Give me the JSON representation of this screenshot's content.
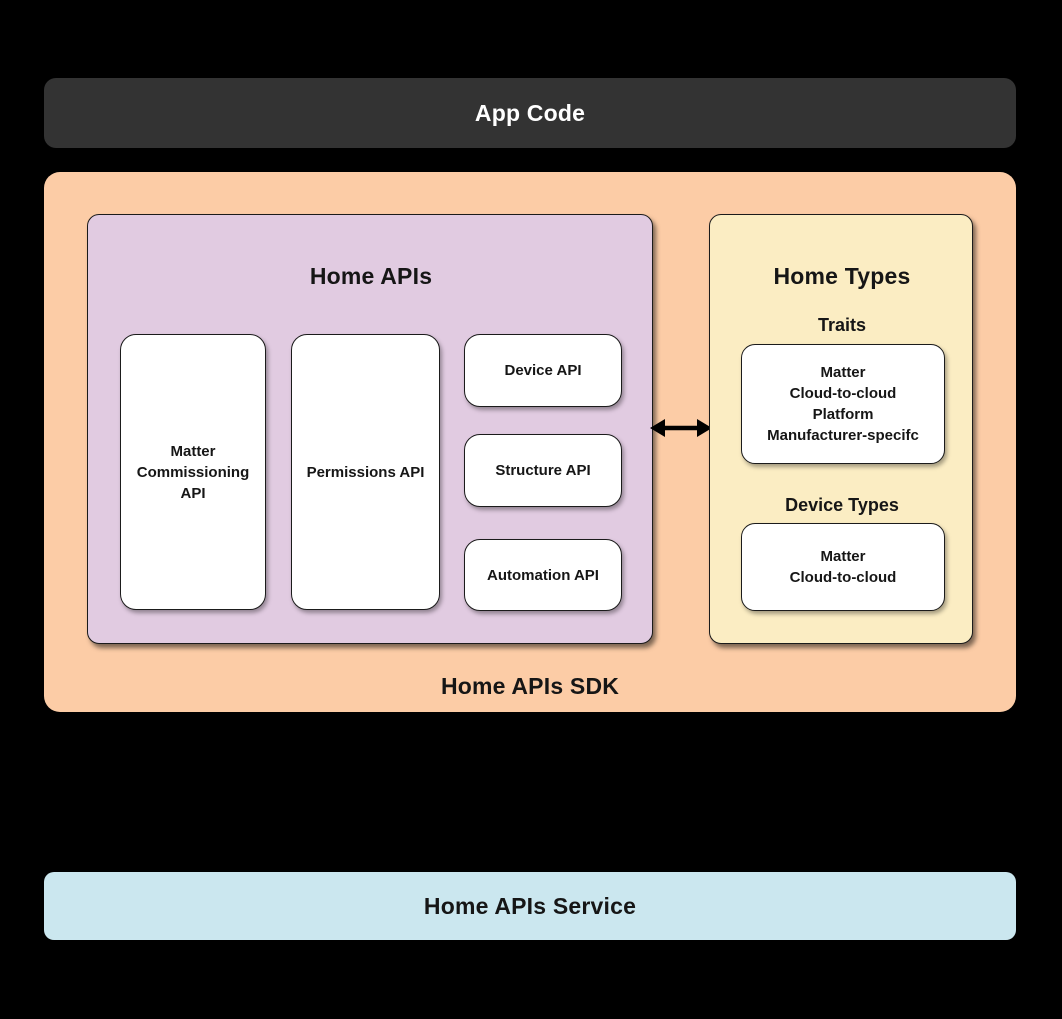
{
  "diagram": {
    "type": "architecture-diagram",
    "colors": {
      "background": "#000000",
      "app_code_bg": "#333333",
      "app_code_text": "#FFFFFF",
      "sdk_bg": "#FCCCA6",
      "home_apis_bg": "#E1CBE1",
      "home_types_bg": "#FBEDC3",
      "service_bg": "#CBE7EF",
      "card_bg": "#FFFFFF",
      "text": "#161616"
    }
  },
  "app_code": {
    "label": "App Code"
  },
  "sdk": {
    "label": "Home APIs SDK",
    "home_apis": {
      "title": "Home APIs",
      "matter_commissioning_api": "Matter\nCommissioning\nAPI",
      "permissions_api": "Permissions API",
      "device_api": "Device API",
      "structure_api": "Structure API",
      "automation_api": "Automation API"
    },
    "home_types": {
      "title": "Home Types",
      "traits_label": "Traits",
      "traits_items": "Matter\nCloud-to-cloud\nPlatform\nManufacturer-specifc",
      "device_types_label": "Device Types",
      "device_types_items": "Matter\nCloud-to-cloud"
    },
    "arrow": {
      "meaning": "bidirectional"
    }
  },
  "service": {
    "label": "Home APIs Service"
  }
}
